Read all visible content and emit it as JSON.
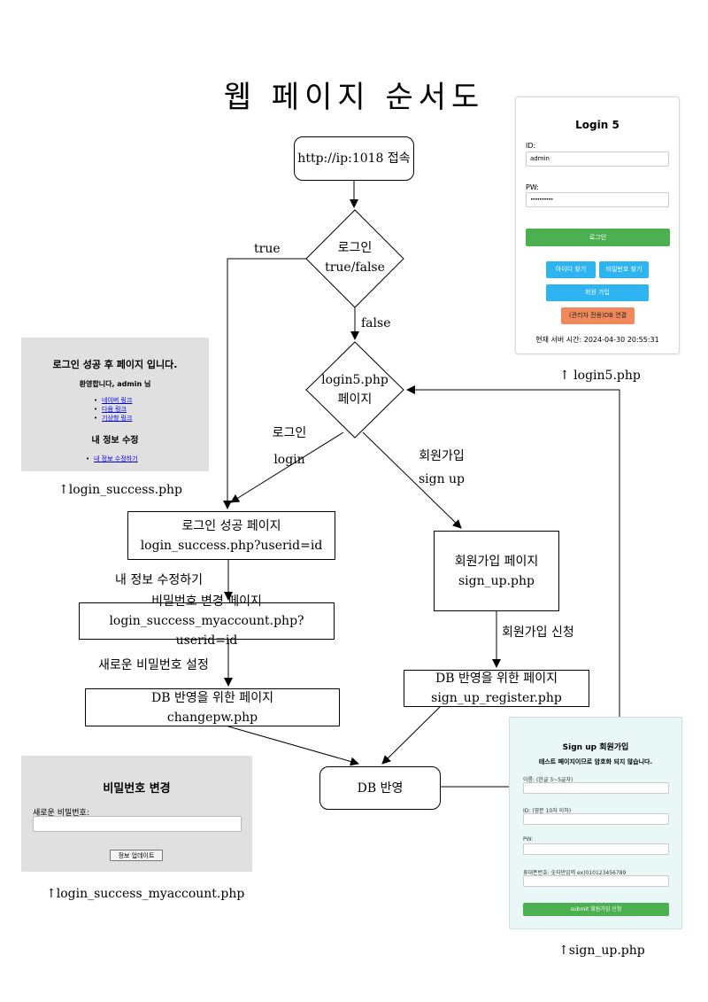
{
  "title": "웹 페이지 순서도",
  "nodes": {
    "start": "http://ip:1018 접속",
    "decision_line1": "로그인",
    "decision_line2": "true/false",
    "login5_line1": "login5.php",
    "login5_line2": "페이지",
    "success_line1": "로그인 성공 페이지",
    "success_line2": "login_success.php?userid=id",
    "signup_line1": "회원가입 페이지",
    "signup_line2": "sign_up.php",
    "pwchange_line1": "비밀번호 변경 페이지",
    "pwchange_line2": "login_success_myaccount.php?userid=id",
    "db_changepw_line1": "DB 반영을 위한 페이지",
    "db_changepw_line2": "changepw.php",
    "db_register_line1": "DB 반영을 위한 페이지",
    "db_register_line2": "sign_up_register.php",
    "db": "DB 반영"
  },
  "edges": {
    "true": "true",
    "false": "false",
    "login_ko": "로그인",
    "login_en": "login",
    "signup_ko": "회원가입",
    "signup_en": "sign up",
    "edit_info": "내 정보 수정하기",
    "new_pw": "새로운 비밀번호 설정",
    "signup_request": "회원가입 신청"
  },
  "captions": {
    "login5": "↑ login5.php",
    "success": "↑login_success.php",
    "myaccount": "↑login_success_myaccount.php",
    "signup": "↑sign_up.php"
  },
  "login5_screen": {
    "title": "Login 5",
    "id_label": "ID:",
    "id_value": "admin",
    "pw_label": "PW:",
    "pw_value": "••••••••••",
    "login_button": "로그인",
    "find_id_button": "아이디 찾기",
    "find_pw_button": "비밀번호 찾기",
    "signup_button": "회원 가입",
    "db_button": "(관리자 전용)DB 연결",
    "server_time": "현재 서버 시간: 2024-04-30 20:55:31",
    "colors": {
      "green": "#4caf50",
      "blue": "#2eb4f0",
      "orange": "#f08a5d"
    }
  },
  "success_screen": {
    "title": "로그인 성공 후 페이지 입니다.",
    "welcome": "환영합니다, admin 님",
    "links": [
      "네이버 링크",
      "다음 링크",
      "기상청 링크"
    ],
    "edit_heading": "내 정보 수정",
    "edit_link": "내 정보 수정하기"
  },
  "changepw_screen": {
    "title": "비밀번호 변경",
    "new_pw_label": "새로운 비밀번호:",
    "update_button": "정보 업데이트"
  },
  "signup_screen": {
    "title": "Sign up 회원가입",
    "notice": "테스트 페이지이므로 암호화 되지 않습니다.",
    "name_label": "이름: (한글 3~5글자)",
    "id_label": "ID: (영문 10자 이하)",
    "pw_label": "PW:",
    "phone_label": "휴대폰번호: 숫자만입력 ex)010123456789",
    "submit_button": "submit 회원가입 신청"
  }
}
